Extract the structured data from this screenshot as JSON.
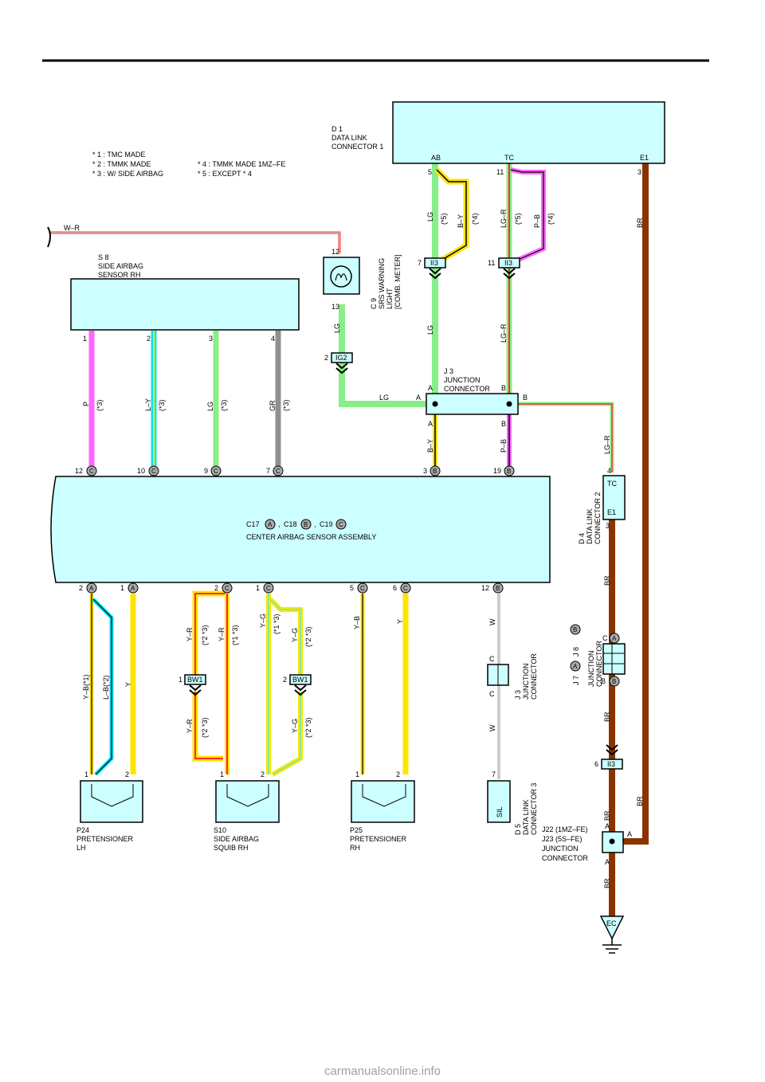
{
  "colors": {
    "LG": "#88ee88",
    "BR": "#8b3300",
    "B": "#000000",
    "Y": "#ffe400",
    "P": "#ff66ff",
    "L": "#00e5ff",
    "R": "#ff2a2a",
    "GR": "#909090",
    "W": "#cccccc",
    "box": "#ccffff"
  },
  "notes": [
    "* 1 : TMC MADE",
    "* 2 : TMMK MADE",
    "* 3 : W/ SIDE AIRBAG",
    "* 4 : TMMK MADE 1MZ–FE",
    "* 5 : EXCEPT * 4"
  ],
  "w_r_label": "W–R",
  "components": {
    "d1": {
      "id": "D 1",
      "line1": "DATA LINK",
      "line2": "CONNECTOR 1",
      "pins": [
        "AB",
        "TC",
        "E1"
      ],
      "nums": [
        "5",
        "11",
        "3"
      ]
    },
    "s8": {
      "id": "S 8",
      "line1": "SIDE AIRBAG",
      "line2": "SENSOR RH",
      "pins": [
        "1",
        "2",
        "3",
        "4"
      ]
    },
    "c9": {
      "id": "C 9",
      "line1": "SRS WARNING",
      "line2": "LIGHT",
      "line3": "[COMB.  METER]",
      "pin_top": "12",
      "pin_bot": "13"
    },
    "j3": {
      "id": "J 3",
      "line1": "JUNCTION",
      "line2": "CONNECTOR",
      "pin_a": "A",
      "pin_b": "B"
    },
    "center": {
      "c17": "C17",
      "c18": "C18",
      "c19": "C19",
      "sep": ",",
      "title": "CENTER AIRBAG SENSOR ASSEMBLY"
    },
    "d4": {
      "id": "D 4",
      "line1": "DATA LINK",
      "line2": "CONNECTOR 2",
      "tc": "TC",
      "e1": "E1",
      "p4": "4",
      "p3": "3"
    },
    "j78": {
      "id7": "J 7",
      "id8": "J 8",
      "line1": "JUNCTION",
      "line2": "CONNECTOR",
      "c": "C",
      "b": "B"
    },
    "j3b": {
      "id": "J 3",
      "line1": "JUNCTION",
      "line2": "CONNECTOR",
      "c": "C"
    },
    "d5": {
      "id": "D 5",
      "line1": "DATA LINK",
      "line2": "CONNECTOR 3",
      "sil": "SIL",
      "pin": "7"
    },
    "j22": {
      "l1": "J22  (1MZ–FE)",
      "l2": "J23  (5S–FE)",
      "l3": "JUNCTION",
      "l4": "CONNECTOR",
      "a": "A"
    },
    "p24": {
      "id": "P24",
      "line1": "PRETENSIONER",
      "line2": "LH"
    },
    "s10": {
      "id": "S10",
      "line1": "SIDE AIRBAG",
      "line2": "SQUIB RH"
    },
    "p25": {
      "id": "P25",
      "line1": "PRETENSIONER",
      "line2": "RH"
    },
    "ec": "EC"
  },
  "connector_tags": {
    "ii3": "II3",
    "ig2": "IG2",
    "bw1": "BW1"
  },
  "wire_labels": {
    "LG": "LG",
    "BR": "BR",
    "B_Y": "B–Y",
    "LG_R": "LG–R",
    "P_B": "P–B",
    "P": "P",
    "L_Y": "L–Y",
    "GR": "GR",
    "Y_R": "Y–R",
    "Y_G": "Y–G",
    "Y_B": "Y–B",
    "Y": "Y",
    "W": "W",
    "Y_B1": "Y–B(*1)",
    "L_B2": "L–B(*2)",
    "n3": "(*3)",
    "n4": "(*4)",
    "n5": "(*5)",
    "n13": "(*1 *3)",
    "n23": "(*2 *3)"
  },
  "pins": {
    "p1": "1",
    "p2": "2",
    "p3": "3",
    "p4": "4",
    "p5": "5",
    "p6": "6",
    "p7": "7",
    "p9": "9",
    "p10": "10",
    "p11": "11",
    "p12": "12",
    "p19": "19",
    "A": "A",
    "B": "B",
    "C": "C"
  },
  "footer": "carmanualsonline.info"
}
